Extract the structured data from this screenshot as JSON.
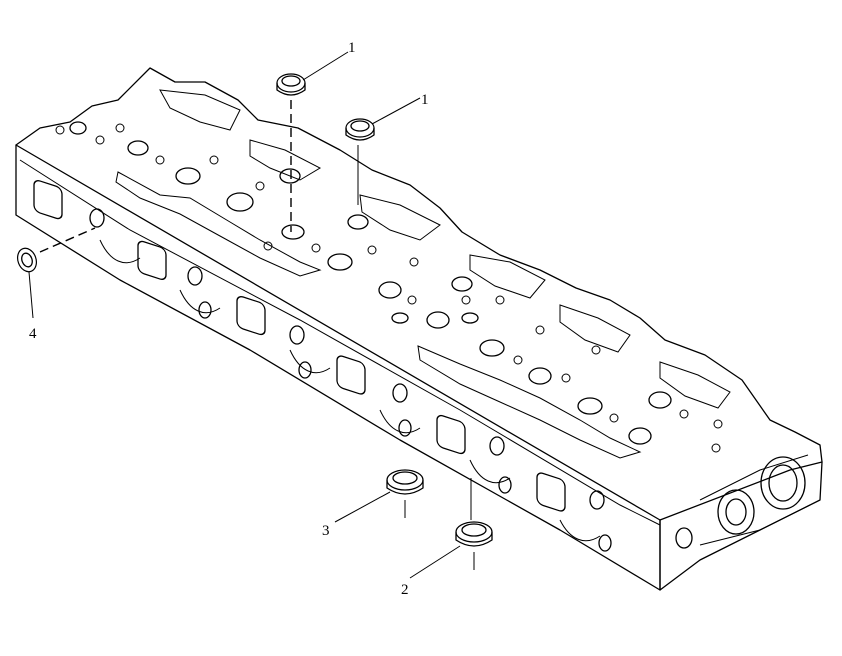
{
  "callouts": [
    {
      "id": "c1a",
      "label": "1"
    },
    {
      "id": "c1b",
      "label": "1"
    },
    {
      "id": "c2",
      "label": "2"
    },
    {
      "id": "c3",
      "label": "3"
    },
    {
      "id": "c4",
      "label": "4"
    }
  ]
}
